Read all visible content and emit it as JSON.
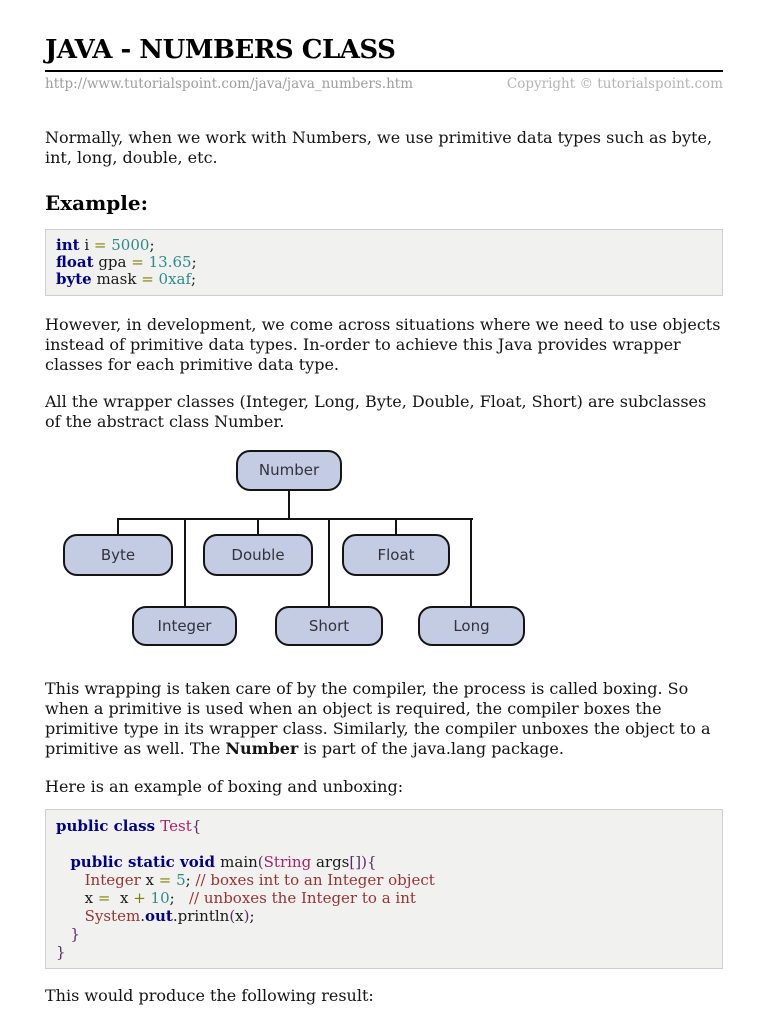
{
  "header": {
    "title": "JAVA - NUMBERS CLASS",
    "url": "http://www.tutorialspoint.com/java/java_numbers.htm",
    "copyright": "Copyright © tutorialspoint.com"
  },
  "content": {
    "p1": "Normally, when we work with Numbers, we use primitive data types such as byte, int, long, double, etc.",
    "example_heading": "Example:",
    "p2": "However, in development, we come across situations where we need to use objects instead of primitive data types. In-order to achieve this Java provides wrapper classes for each primitive data type.",
    "p3": "All the wrapper classes (Integer, Long, Byte, Double, Float, Short) are subclasses of the abstract class Number.",
    "p4_pre": "This wrapping is taken care of by the compiler, the process is called boxing. So when a primitive is used when an object is required, the compiler boxes the primitive type in its wrapper class. Similarly, the compiler unboxes the object to a primitive as well. The ",
    "p4_bold": "Number",
    "p4_post": " is part of the java.lang package.",
    "p5": "Here is an example of boxing and unboxing:",
    "p6": "This would produce the following result:"
  },
  "diagram": {
    "nodes": {
      "root": "Number",
      "byte": "Byte",
      "double": "Double",
      "float": "Float",
      "integer": "Integer",
      "short": "Short",
      "long": "Long"
    },
    "node_fill": "#c4cce4",
    "node_border": "#141414"
  },
  "colors": {
    "keyword": "#00008b",
    "class_name": "#aa2266",
    "type_name": "#993333",
    "comment": "#993333",
    "number": "#2e8b8b",
    "operator": "#808000",
    "bracket": "#5c2a66",
    "code_bg": "#f1f1f0"
  },
  "code1": {
    "lines": [
      [
        [
          "k",
          "int"
        ],
        [
          "",
          " i "
        ],
        [
          "o",
          "="
        ],
        [
          "",
          " "
        ],
        [
          "n",
          "5000"
        ],
        [
          "",
          ";"
        ]
      ],
      [
        [
          "k",
          "float"
        ],
        [
          "",
          " gpa "
        ],
        [
          "o",
          "="
        ],
        [
          "",
          " "
        ],
        [
          "n",
          "13.65"
        ],
        [
          "",
          ";"
        ]
      ],
      [
        [
          "k",
          "byte"
        ],
        [
          "",
          " mask "
        ],
        [
          "o",
          "="
        ],
        [
          "",
          " "
        ],
        [
          "n",
          "0xaf"
        ],
        [
          "",
          ";"
        ]
      ]
    ]
  },
  "code2": {
    "lines": [
      [
        [
          "k",
          "public class "
        ],
        [
          "c",
          "Test"
        ],
        [
          "b",
          "{"
        ]
      ],
      [],
      [
        [
          "",
          "   "
        ],
        [
          "k",
          "public static void "
        ],
        [
          "",
          "main"
        ],
        [
          "b",
          "("
        ],
        [
          "c",
          "String"
        ],
        [
          "",
          " args"
        ],
        [
          "b",
          "[])"
        ],
        [
          "b",
          "{"
        ]
      ],
      [
        [
          "",
          "      "
        ],
        [
          "t",
          "Integer"
        ],
        [
          "",
          " x "
        ],
        [
          "o",
          "="
        ],
        [
          "",
          " "
        ],
        [
          "n",
          "5"
        ],
        [
          "",
          "; "
        ],
        [
          "m",
          "// boxes int to an Integer object"
        ]
      ],
      [
        [
          "",
          "      x "
        ],
        [
          "o",
          "="
        ],
        [
          "",
          "  x "
        ],
        [
          "o",
          "+"
        ],
        [
          "",
          " "
        ],
        [
          "n",
          "10"
        ],
        [
          "",
          ";   "
        ],
        [
          "m",
          "// unboxes the Integer to a int"
        ]
      ],
      [
        [
          "",
          "      "
        ],
        [
          "t",
          "System"
        ],
        [
          "",
          "."
        ],
        [
          "k",
          "out"
        ],
        [
          "",
          "."
        ],
        [
          "",
          "println"
        ],
        [
          "b",
          "("
        ],
        [
          "",
          "x"
        ],
        [
          "b",
          ")"
        ],
        [
          "",
          ";"
        ]
      ],
      [
        [
          "",
          "   "
        ],
        [
          "b",
          "}"
        ]
      ],
      [
        [
          "b",
          "}"
        ]
      ]
    ]
  }
}
